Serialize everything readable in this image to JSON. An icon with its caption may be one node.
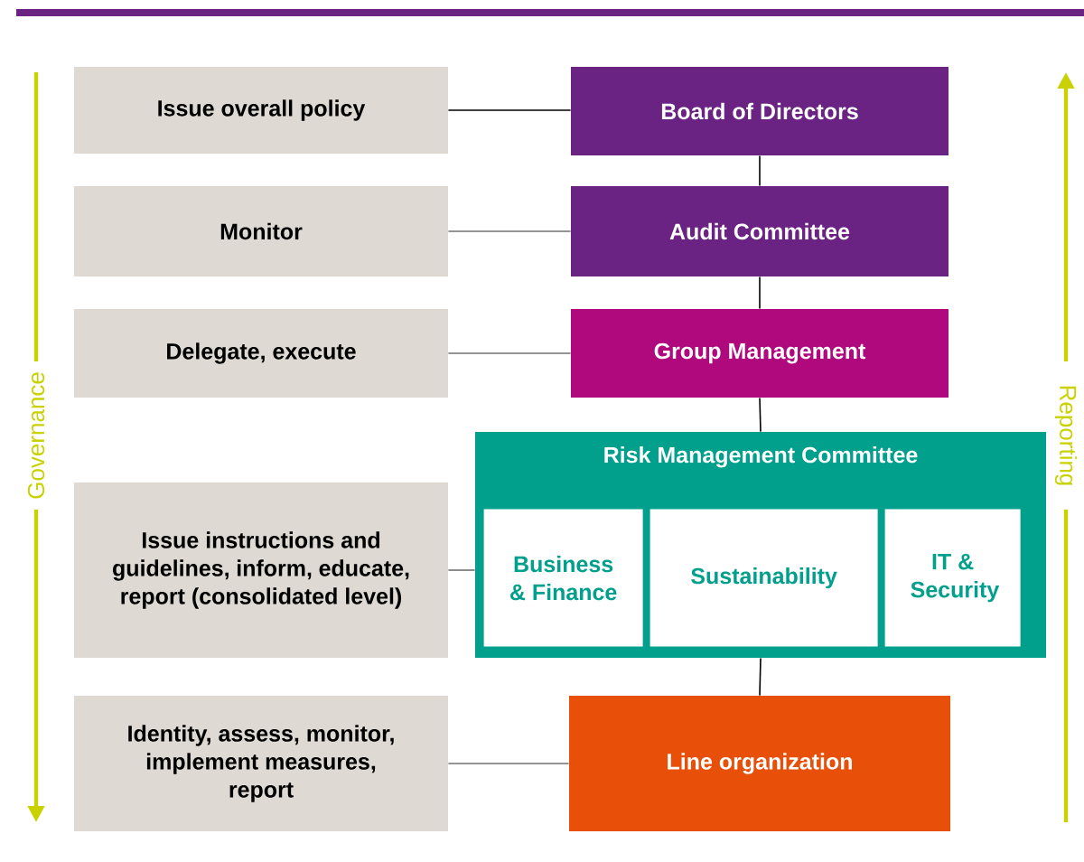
{
  "diagram": {
    "nodes": [
      {
        "text": [
          "Issue overall policy"
        ]
      },
      {
        "text": [
          "Board of Directors"
        ]
      },
      {
        "text": [
          "Monitor"
        ]
      },
      {
        "text": [
          "Audit Committee"
        ]
      },
      {
        "text": [
          "Delegate, execute"
        ]
      },
      {
        "text": [
          "Group Management"
        ]
      },
      {
        "text": [
          "Issue instructions and guidelines, inform, educate, report (consolidated level)"
        ]
      },
      {
        "text": [
          "Risk Management Committee"
        ]
      },
      {
        "text": [
          "Business & Finance"
        ],
        "in": 7
      },
      {
        "text": [
          "Sustainability"
        ],
        "in": 7
      },
      {
        "text": [
          "IT & Security"
        ],
        "in": 7
      },
      {
        "text": [
          "Identity, assess, monitor, implement measures, report"
        ]
      },
      {
        "text": [
          "Line organization"
        ]
      }
    ],
    "edges": [
      {
        "from": 0,
        "to": 1,
        "arrow": "none"
      },
      {
        "from": 2,
        "to": 3,
        "arrow": "none",
        "color": "#707070"
      },
      {
        "from": 4,
        "to": 5,
        "arrow": "none",
        "color": "#707070"
      },
      {
        "from": 6,
        "to": 7,
        "arrow": "none",
        "color": "#707070"
      },
      {
        "from": 11,
        "to": 12,
        "arrow": "none",
        "color": "#707070"
      },
      {
        "from": 1,
        "to": 3,
        "arrow": "none"
      },
      {
        "from": 3,
        "to": 5,
        "arrow": "none"
      },
      {
        "from": 5,
        "to": 7,
        "arrow": "none"
      },
      {
        "from": 7,
        "to": 12,
        "arrow": "none"
      }
    ],
    "labels": [
      "Governance",
      "Reporting"
    ]
  }
}
